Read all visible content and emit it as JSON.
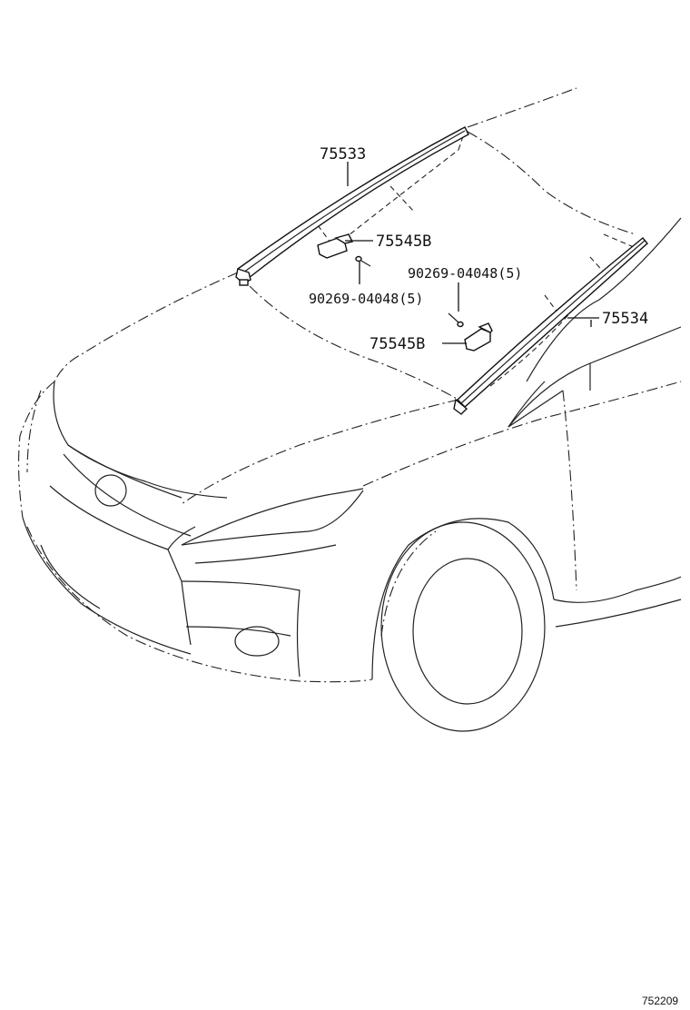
{
  "diagram": {
    "labels": {
      "part_75533": "75533",
      "part_75534": "75534",
      "clip_upper": "75545B",
      "clip_lower": "75545B",
      "screw_upper": "90269-04048(5)",
      "screw_lower": "90269-04048(5)"
    },
    "illustration_code": "752209"
  }
}
